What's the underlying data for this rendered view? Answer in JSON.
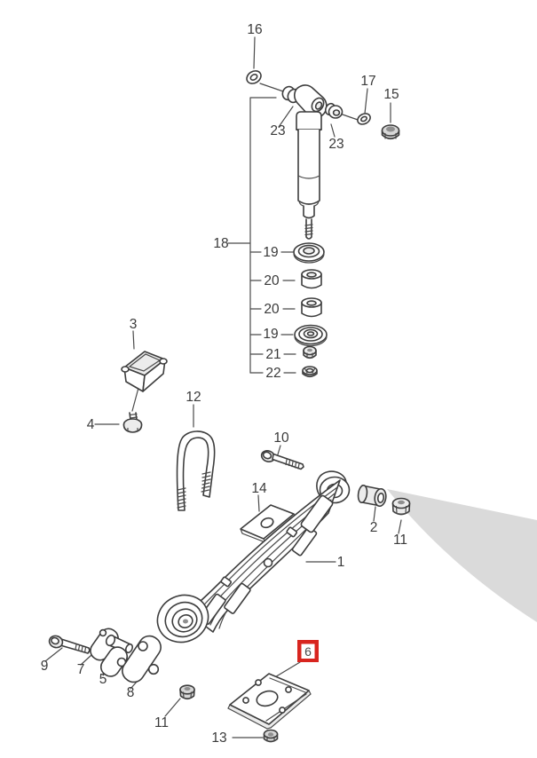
{
  "diagram": {
    "kind": "exploded-parts-diagram",
    "subject": "rear leaf spring and shock absorber assembly",
    "selected_part_number": "6",
    "colors": {
      "line": "#3d3d3d",
      "background": "#ffffff",
      "highlight_red": "#d8251f",
      "wedge_gray": "#dadada",
      "metal_gray": "#cccccc"
    },
    "callouts": [
      {
        "num": "16"
      },
      {
        "num": "23"
      },
      {
        "num": "23"
      },
      {
        "num": "17"
      },
      {
        "num": "15"
      },
      {
        "num": "18"
      },
      {
        "num": "19"
      },
      {
        "num": "20"
      },
      {
        "num": "20"
      },
      {
        "num": "19"
      },
      {
        "num": "21"
      },
      {
        "num": "22"
      },
      {
        "num": "3"
      },
      {
        "num": "4"
      },
      {
        "num": "12"
      },
      {
        "num": "10"
      },
      {
        "num": "14"
      },
      {
        "num": "1"
      },
      {
        "num": "2"
      },
      {
        "num": "11"
      },
      {
        "num": "9"
      },
      {
        "num": "7"
      },
      {
        "num": "5"
      },
      {
        "num": "8"
      },
      {
        "num": "11"
      },
      {
        "num": "6"
      },
      {
        "num": "13"
      }
    ]
  }
}
